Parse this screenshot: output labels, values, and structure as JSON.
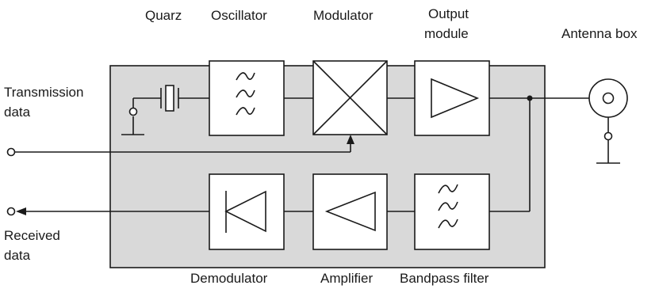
{
  "labels": {
    "quarz": "Quarz",
    "oscillator": "Oscillator",
    "modulator": "Modulator",
    "output_module_1": "Output",
    "output_module_2": "module",
    "antenna_box": "Antenna box",
    "transmission_1": "Transmission",
    "transmission_2": "data",
    "received_1": "Received",
    "received_2": "data",
    "demodulator": "Demodulator",
    "amplifier": "Amplifier",
    "bandpass_filter": "Bandpass filter"
  },
  "colors": {
    "housing_fill": "#d9d9d9",
    "line": "#1a1a1a",
    "block_fill": "#ffffff"
  }
}
